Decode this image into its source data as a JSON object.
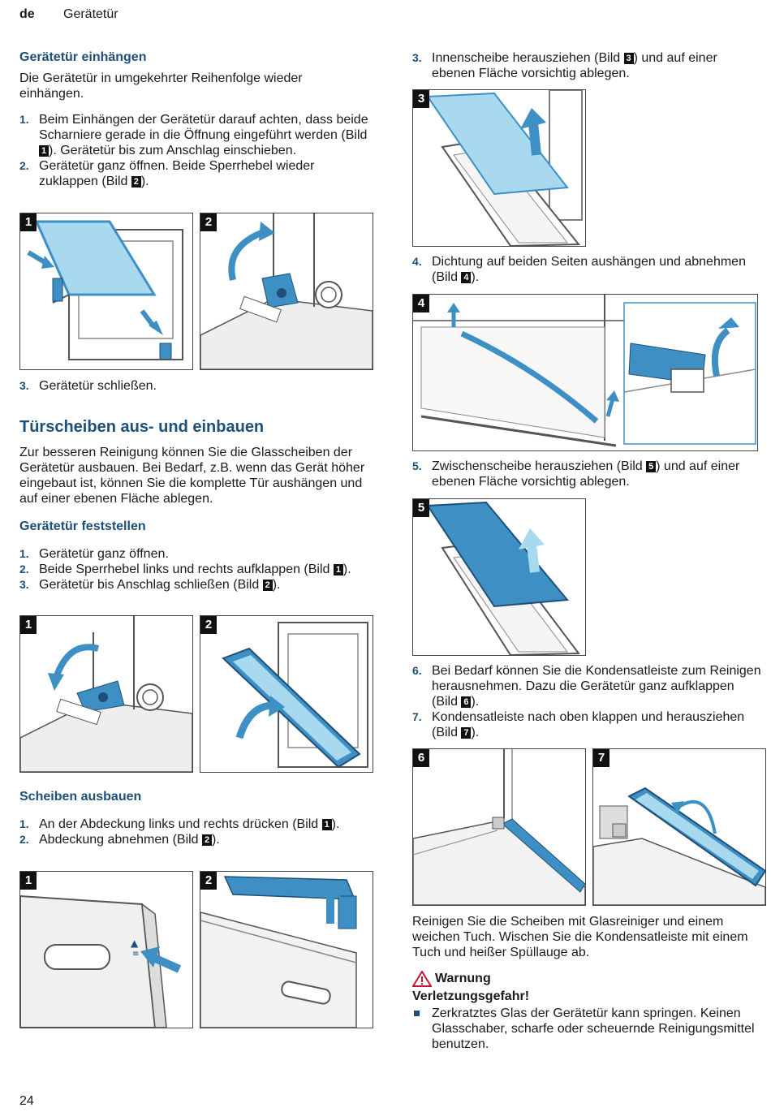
{
  "header": {
    "lang": "de",
    "title": "Gerätetür"
  },
  "page_number": "24",
  "left": {
    "einhaengen": {
      "heading": "Gerätetür einhängen",
      "intro": "Die Gerätetür in umgekehrter Reihenfolge wieder einhängen.",
      "steps": [
        {
          "n": "1.",
          "pre": "Beim Einhängen der Gerätetür darauf achten, dass beide Scharniere gerade in die Öffnung eingeführt werden (Bild ",
          "ref": "1",
          "post": "). Gerätetür bis zum Anschlag einschieben."
        },
        {
          "n": "2.",
          "pre": "Gerätetür ganz öffnen. Beide Sperrhebel wieder zuklappen (Bild ",
          "ref": "2",
          "post": ")."
        }
      ],
      "step3": {
        "n": "3.",
        "text": "Gerätetür schließen."
      }
    },
    "tuerscheiben": {
      "heading": "Türscheiben aus- und einbauen",
      "intro": "Zur besseren Reinigung können Sie die Glasscheiben der Gerätetür ausbauen. Bei Bedarf, z.B. wenn das Gerät höher eingebaut ist, können Sie die komplette Tür aushängen und auf einer ebenen Fläche ablegen."
    },
    "feststellen": {
      "heading": "Gerätetür feststellen",
      "steps": [
        {
          "n": "1.",
          "pre": "Gerätetür ganz öffnen.",
          "ref": "",
          "post": ""
        },
        {
          "n": "2.",
          "pre": "Beide Sperrhebel links und rechts aufklappen (Bild ",
          "ref": "1",
          "post": ")."
        },
        {
          "n": "3.",
          "pre": "Gerätetür bis Anschlag schließen (Bild ",
          "ref": "2",
          "post": ")."
        }
      ]
    },
    "ausbauen": {
      "heading": "Scheiben ausbauen",
      "steps": [
        {
          "n": "1.",
          "pre": "An der Abdeckung links und rechts drücken (Bild ",
          "ref": "1",
          "post": ")."
        },
        {
          "n": "2.",
          "pre": "Abdeckung abnehmen (Bild ",
          "ref": "2",
          "post": ")."
        }
      ]
    }
  },
  "right": {
    "s3": {
      "n": "3.",
      "pre": "Innenscheibe herausziehen (Bild ",
      "ref": "3",
      "post": ") und auf einer ebenen Fläche vorsichtig ablegen."
    },
    "s4": {
      "n": "4.",
      "pre": "Dichtung auf beiden Seiten aushängen und abnehmen (Bild ",
      "ref": "4",
      "post": ")."
    },
    "s5": {
      "n": "5.",
      "pre": "Zwischenscheibe herausziehen (Bild ",
      "ref": "5",
      "post": ") und auf einer ebenen Fläche vorsichtig ablegen."
    },
    "s6": {
      "n": "6.",
      "pre": "Bei Bedarf können Sie die Kondensatleiste zum Reinigen herausnehmen. Dazu die Gerätetür ganz aufklappen (Bild ",
      "ref": "6",
      "post": ")."
    },
    "s7": {
      "n": "7.",
      "pre": "Kondensatleiste nach oben klappen und herausziehen (Bild ",
      "ref": "7",
      "post": ")."
    },
    "cleaning": "Reinigen Sie die Scheiben mit Glasreiniger und einem weichen Tuch. Wischen Sie die Kondensatleiste mit einem Tuch und heißer Spüllauge ab.",
    "warning": {
      "label": "Warnung",
      "title": "Verletzungsgefahr!",
      "bullet": "Zerkratztes Glas der Gerätetür kann springen. Keinen Glasschaber, scharfe oder scheuernde Reinigungsmittel benutzen."
    }
  },
  "figures": {
    "a1": "1",
    "a2": "2",
    "b1": "1",
    "b2": "2",
    "c1": "1",
    "c2": "2",
    "r3": "3",
    "r4": "4",
    "r5": "5",
    "r6": "6",
    "r7": "7"
  },
  "colors": {
    "accent": "#1d4f78",
    "glass": "#9dd3ea",
    "part": "#3d8fc4"
  }
}
